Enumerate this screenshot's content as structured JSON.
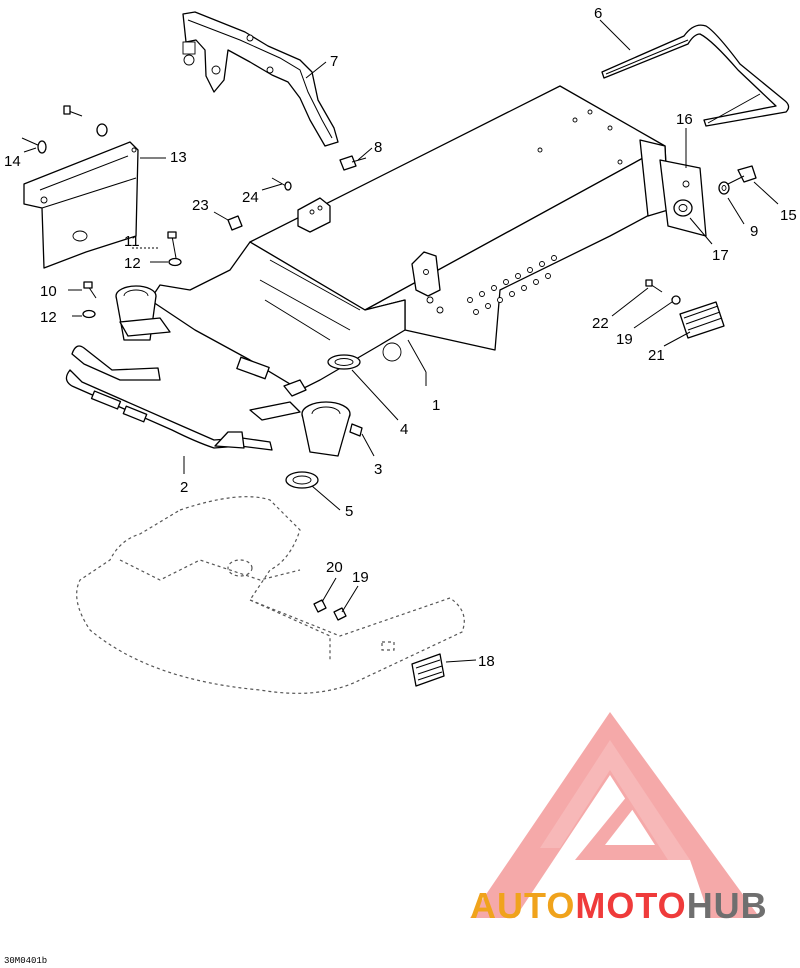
{
  "callouts": [
    "1",
    "2",
    "3",
    "4",
    "5",
    "6",
    "7",
    "8",
    "9",
    "10",
    "11",
    "12",
    "12",
    "13",
    "14",
    "15",
    "16",
    "17",
    "18",
    "19",
    "19",
    "20",
    "21",
    "22",
    "23",
    "24"
  ],
  "drawing_code": "30M0401b",
  "watermark": {
    "logo_name": "automotohub-logo",
    "segments": [
      "AUTO",
      "MOTO",
      "HUB"
    ],
    "colors": {
      "auto": "#f0a31c",
      "moto": "#ef3b3b",
      "hub": "#6f6f6f",
      "triangle": "#f4a0a0"
    }
  }
}
